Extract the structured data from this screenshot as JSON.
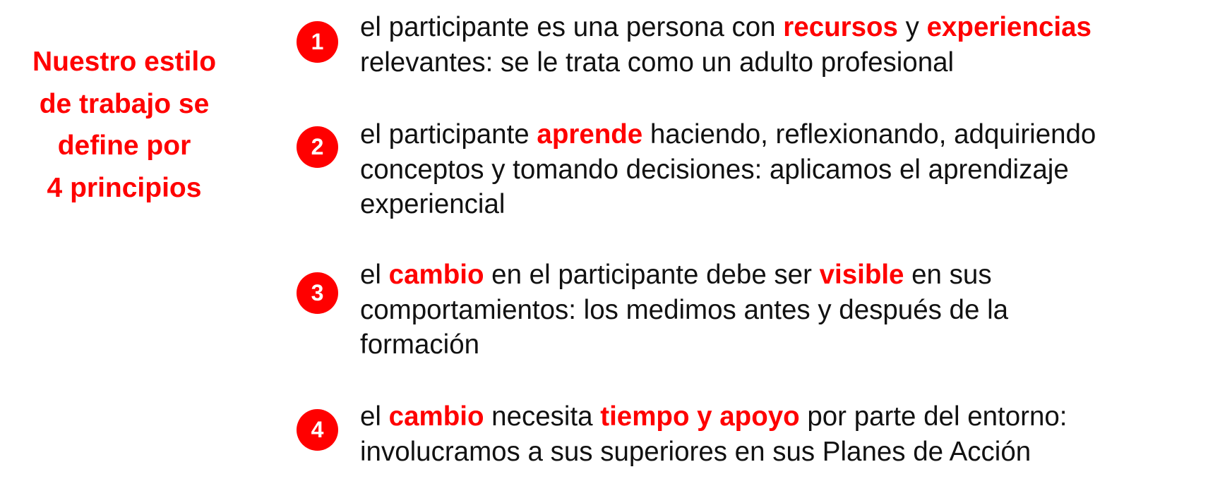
{
  "title": {
    "lines": [
      "Nuestro estilo",
      "de trabajo se",
      "define por",
      "4 principios"
    ]
  },
  "colors": {
    "accent": "#ff0000",
    "text": "#111111"
  },
  "items": [
    {
      "number": "1",
      "lines": [
        [
          {
            "t": "el participante es una persona con "
          },
          {
            "t": "recursos",
            "hl": true
          },
          {
            "t": " y "
          },
          {
            "t": "experiencias",
            "hl": true
          }
        ],
        [
          {
            "t": "relevantes: se le trata como un adulto profesional"
          }
        ]
      ]
    },
    {
      "number": "2",
      "lines": [
        [
          {
            "t": "el participante "
          },
          {
            "t": "aprende",
            "hl": true
          },
          {
            "t": " haciendo, reflexionando, adquiriendo"
          }
        ],
        [
          {
            "t": "conceptos y tomando decisiones: aplicamos el aprendizaje"
          }
        ],
        [
          {
            "t": "experiencial"
          }
        ]
      ]
    },
    {
      "number": "3",
      "lines": [
        [
          {
            "t": "el "
          },
          {
            "t": "cambio",
            "hl": true
          },
          {
            "t": " en el participante debe ser "
          },
          {
            "t": "visible",
            "hl": true
          },
          {
            "t": " en sus"
          }
        ],
        [
          {
            "t": "comportamientos: los medimos antes y después de la"
          }
        ],
        [
          {
            "t": "formación"
          }
        ]
      ]
    },
    {
      "number": "4",
      "lines": [
        [
          {
            "t": "el "
          },
          {
            "t": "cambio",
            "hl": true
          },
          {
            "t": " necesita "
          },
          {
            "t": "tiempo y apoyo",
            "hl": true
          },
          {
            "t": " por parte del entorno:"
          }
        ],
        [
          {
            "t": "involucramos a sus superiores en sus Planes de Acción"
          }
        ]
      ]
    }
  ]
}
